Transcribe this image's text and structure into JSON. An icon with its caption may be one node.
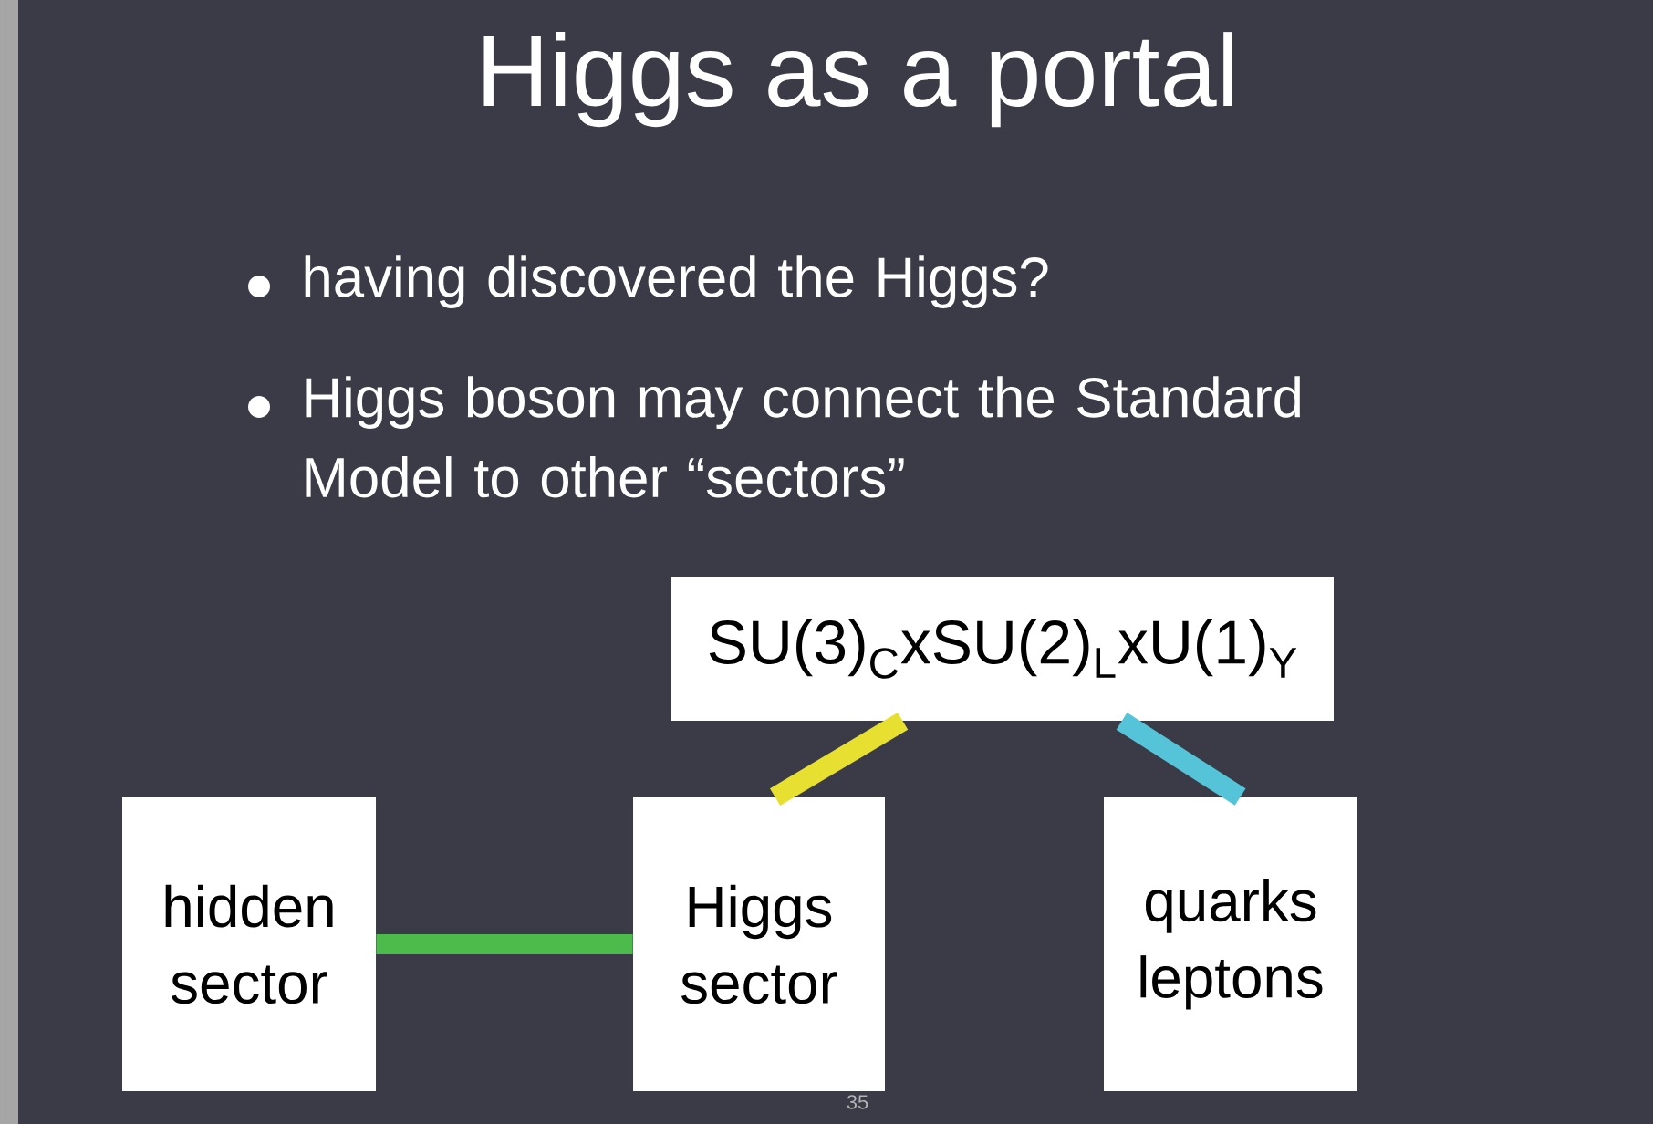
{
  "diagram": {
    "title": "Higgs as a portal",
    "nodes": [
      {
        "text": [
          "SU(3)$_{C}$xSU(2)$_{L}$xU(1)$_{Y}$"
        ]
      },
      {
        "text": [
          "hidden sector"
        ]
      },
      {
        "text": [
          "Higgs sector"
        ]
      },
      {
        "text": [
          "quarks leptons"
        ]
      }
    ],
    "edges": [
      {
        "from": 1,
        "to": 2,
        "arrow": "none",
        "color": "#4cbb4c"
      },
      {
        "from": 0,
        "to": 2,
        "arrow": "none",
        "color": "#e8e030"
      },
      {
        "from": 0,
        "to": 3,
        "arrow": "none",
        "color": "#55c4d8"
      }
    ],
    "labels": [
      "having discovered the Higgs?",
      "Higgs boson may connect the Standard Model to other “sectors”",
      "35"
    ]
  }
}
